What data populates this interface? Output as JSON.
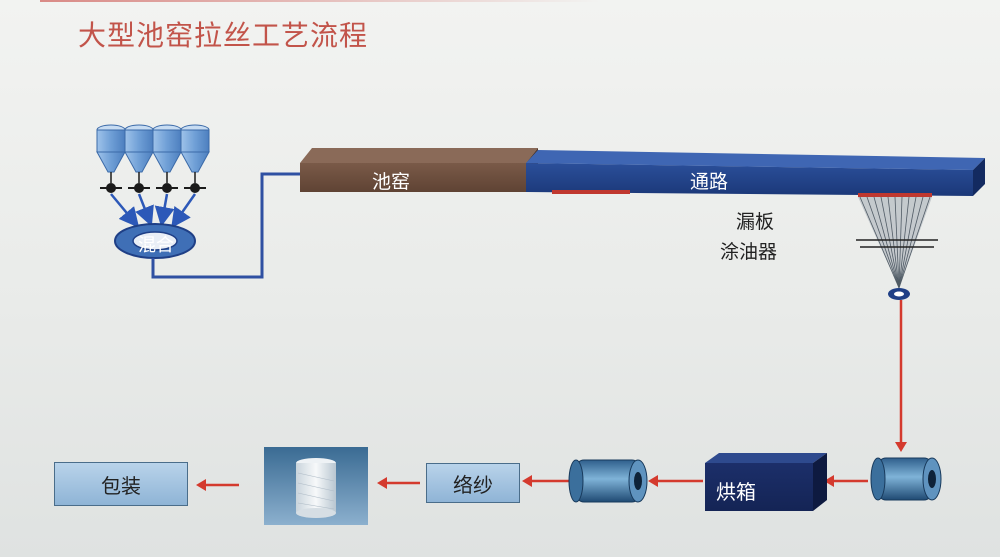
{
  "title": "大型池窑拉丝工艺流程",
  "labels": {
    "mixer": "混合",
    "furnace": "池窑",
    "channel": "通路",
    "bushing": "漏板",
    "sizing_applicator": "涂油器",
    "oven": "烘箱",
    "winding": "络纱",
    "packing": "包装"
  },
  "colors": {
    "title": "#c2544a",
    "channel_blue": "#1f3f86",
    "furnace_brown": "#6e5040",
    "arrow_red": "#d43a2e",
    "silo_blue": "#6fa0d8",
    "box_blue": "#9dbfdf"
  }
}
